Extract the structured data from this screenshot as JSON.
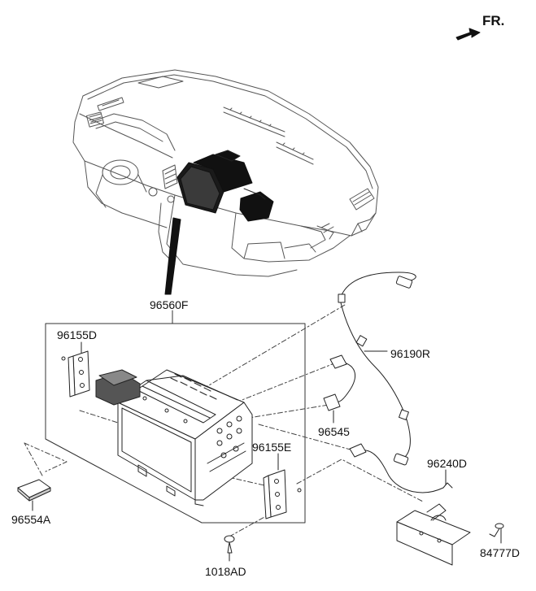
{
  "direction": {
    "text": "FR.",
    "icon": "front-direction-arrow-icon"
  },
  "parts": {
    "main_unit": "96560F",
    "bracket_left": "96155D",
    "bracket_right": "96155E",
    "sd_card": "96554A",
    "screw": "1018AD",
    "usb_cable": "96190R",
    "usb_jack": "96545",
    "antenna_cable": "96240D",
    "bolt": "84777D"
  }
}
